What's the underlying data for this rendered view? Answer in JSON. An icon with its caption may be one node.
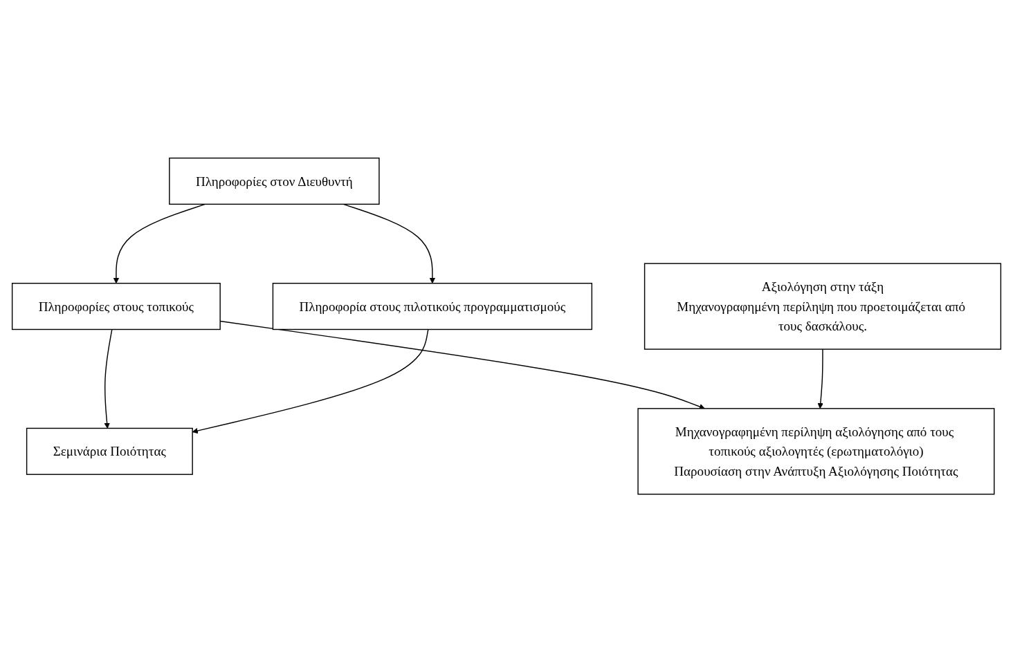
{
  "diagram": {
    "nodes": [
      {
        "text": [
          "Πληροφορίες στον Διευθυντή"
        ]
      },
      {
        "text": [
          "Πληροφορίες στους τοπικούς"
        ]
      },
      {
        "text": [
          "Πληροφορία στους πιλοτικούς προγραμματισμούς"
        ]
      },
      {
        "text": [
          "Σεμινάρια Ποιότητας"
        ]
      },
      {
        "text": [
          "Μηχανογραφημένη περίληψη αξιολόγησης από τους τοπικούς αξιολογητές (ερωτηματολόγιο)",
          "Παρουσίαση στην Ανάπτυξη Αξιολόγησης Ποιότητας"
        ]
      },
      {
        "text": [
          "Αξιολόγηση στην τάξη",
          "Μηχανογραφημένη περίληψη που προετοιμάζεται από τους δασκάλους."
        ]
      }
    ],
    "edges": [
      {
        "from": 0,
        "to": 1,
        "arrow": "to"
      },
      {
        "from": 0,
        "to": 2,
        "arrow": "to"
      },
      {
        "from": 1,
        "to": 3,
        "arrow": "to"
      },
      {
        "from": 2,
        "to": 3,
        "arrow": "to"
      },
      {
        "from": 1,
        "to": 4,
        "arrow": "to"
      },
      {
        "from": 5,
        "to": 4,
        "arrow": "to"
      }
    ]
  }
}
